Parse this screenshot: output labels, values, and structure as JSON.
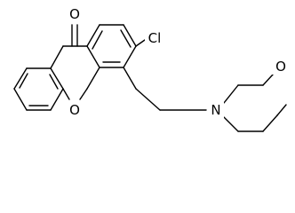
{
  "atoms": {
    "carbonyl_oxygen": "O",
    "ring_oxygen": "O",
    "chlorine": "Cl",
    "amine_nitrogen": "N",
    "morpholine_oxygen": "O"
  }
}
